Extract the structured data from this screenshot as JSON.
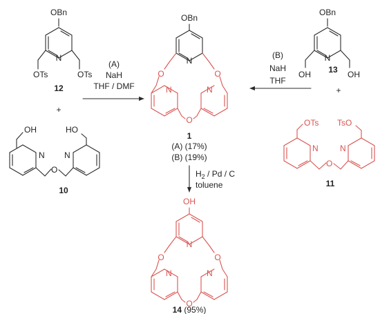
{
  "colors": {
    "black": "#2a2a2a",
    "red": "#d9534f"
  },
  "compounds": {
    "c12": {
      "label": "12",
      "substituent_top": "OBn",
      "left": "OTs",
      "right": "OTs"
    },
    "c13": {
      "label": "13",
      "substituent_top": "OBn",
      "left": "OH",
      "right": "OH"
    },
    "c10": {
      "label": "10",
      "left": "OH",
      "right": "HO"
    },
    "c11": {
      "label": "11",
      "left": "OTs",
      "right": "TsO"
    },
    "c1": {
      "label": "1",
      "substituent_top": "OBn",
      "ring_O_1": "O",
      "ring_O_2": "O",
      "ring_O_3": "O"
    },
    "c14": {
      "label": "14",
      "substituent_top": "OH",
      "yield": "(95%)",
      "ring_O_1": "O",
      "ring_O_2": "O",
      "ring_O_3": "O"
    }
  },
  "pyridine_N": "N",
  "plus_left": "+",
  "plus_right": "+",
  "conditions": {
    "A": {
      "label": "(A)",
      "reagent": "NaH",
      "solvent": "THF / DMF"
    },
    "B": {
      "label": "(B)",
      "reagent": "NaH",
      "solvent": "THF"
    },
    "hydrogenation": {
      "h": "H",
      "sub": "2",
      "rest": " / Pd / C",
      "solvent": "toluene"
    }
  },
  "yields_1": {
    "A": "(A) (17%)",
    "B": "(B) (19%)"
  }
}
